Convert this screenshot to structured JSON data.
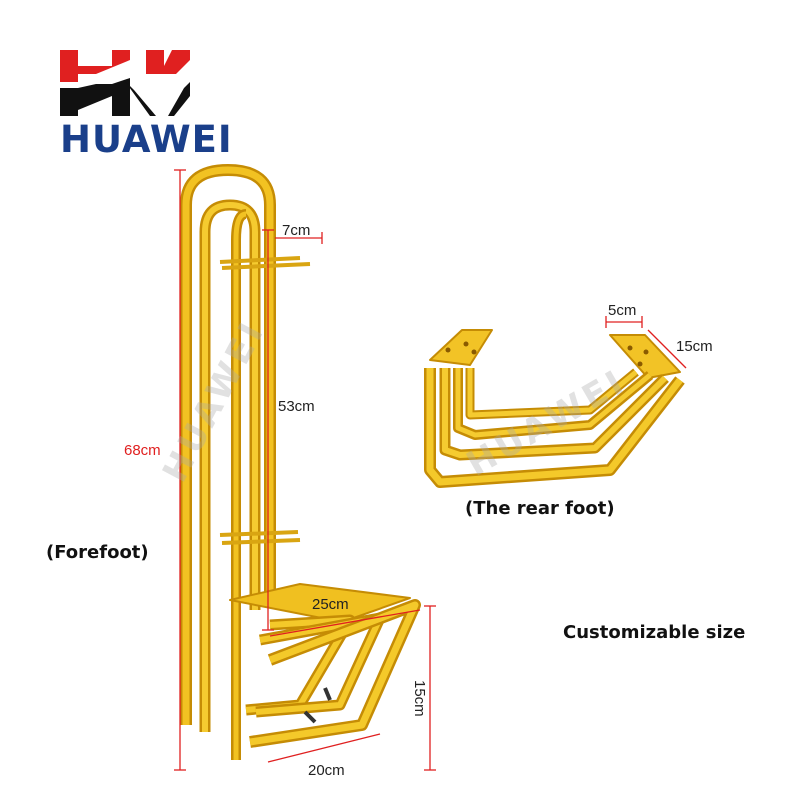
{
  "brand": {
    "name": "HUAWEI",
    "logo_colors": {
      "red": "#e02020",
      "black": "#111111",
      "blue": "#1a3f8a"
    }
  },
  "watermark": "HUAWEI",
  "product_color": "#e7b20f",
  "dimensions": {
    "forefoot_pin": "7cm",
    "forefoot_height": "68cm",
    "forefoot_inner_height": "53cm",
    "forefoot_top_width": "25cm",
    "forefoot_base_width": "20cm",
    "forefoot_base_height": "15cm",
    "rear_plate": "5cm",
    "rear_depth": "15cm"
  },
  "captions": {
    "forefoot": "(Forefoot)",
    "rear_foot": "(The rear foot)",
    "customizable": "Customizable size"
  }
}
